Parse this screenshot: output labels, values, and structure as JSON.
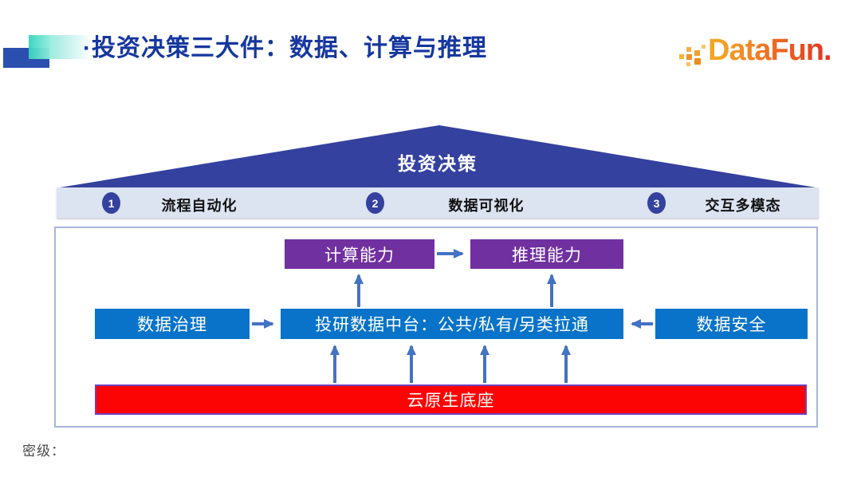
{
  "header": {
    "bullet": "·",
    "title": "投资决策三大件：数据、计算与推理",
    "logo_text": "DataFun."
  },
  "pyramid": {
    "top_label": "投资决策",
    "bar_items": [
      {
        "num": "1",
        "label": "流程自动化"
      },
      {
        "num": "2",
        "label": "数据可视化"
      },
      {
        "num": "3",
        "label": "交互多模态"
      }
    ]
  },
  "diagram": {
    "compute_box": "计算能力",
    "reasoning_box": "推理能力",
    "governance_box": "数据治理",
    "platform_box": "投研数据中台：公共/私有/另类拉通",
    "security_box": "数据安全",
    "foundation_box": "云原生底座"
  },
  "footer": {
    "classification_label": "密级："
  },
  "colors": {
    "title_blue": "#16379e",
    "pyramid_blue": "#34419f",
    "bar_background": "#dce3f1",
    "box_blue": "#0873c8",
    "box_purple": "#7030a0",
    "box_red": "#fd0404",
    "arrow_blue": "#4472c4",
    "outer_border": "#a8b6da",
    "logo_orange_start": "#f5a425",
    "logo_orange_end": "#e03824",
    "deco_teal": "#35d3be",
    "deco_blue": "#2a4fae"
  }
}
